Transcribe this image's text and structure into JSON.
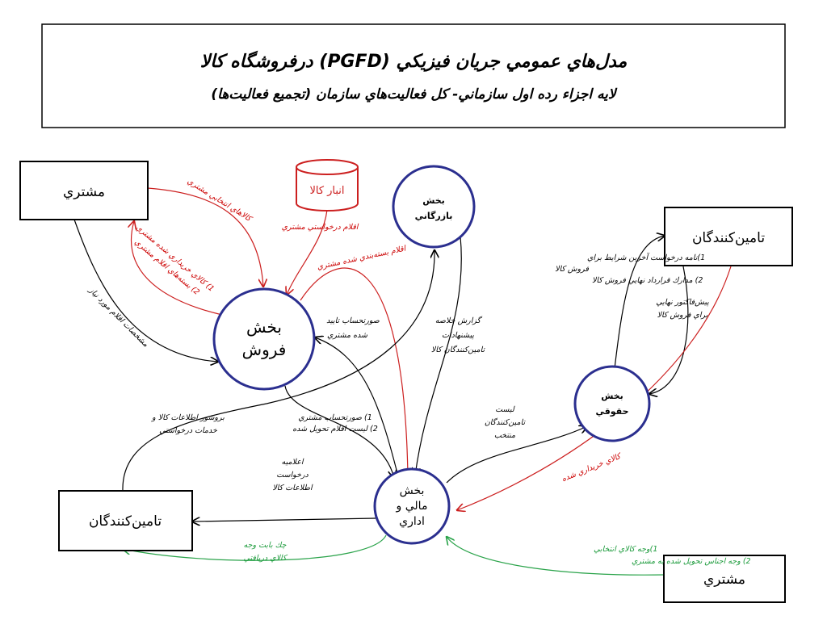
{
  "title": {
    "line1": "مدل‌هاي عمومي جريان فيزيكي (PGFD) درفروشگاه كالا",
    "line2": "لايه اجزاء رده اول سازماني- كل فعاليت‌هاي سازمان (تجميع فعاليت‌ها)"
  },
  "entities": {
    "customer_top": "مشتري",
    "supplier_right": "تامين‌كنندگان",
    "supplier_left": "تامين‌كنندگان",
    "customer_bottom": "مشتري"
  },
  "store": {
    "label": "انبار كالا"
  },
  "processes": {
    "sales": {
      "line1": "بخش",
      "line2": "فروش"
    },
    "commercial": {
      "line1": "بخش",
      "line2": "بازرگاني"
    },
    "legal": {
      "line1": "بخش",
      "line2": "حقوقي"
    },
    "finance": {
      "line1": "بخش",
      "line2": "مالي و",
      "line3": "اداري"
    }
  },
  "flows": {
    "selected_goods": "كالاهاي انتخابي مشتري",
    "purchased_packages_1": "1) كالاي خريداري شده مشتري",
    "purchased_packages_2": "2) بسته‌هاي اقلام مشتري",
    "item_specs": "مشخصات اقلام مورد نياز",
    "requested_items": "اقلام درخواستي مشتري",
    "packed_items": "اقلام بسته‌بندي شده مشتري",
    "approved_invoice_1": "صورتحساب تاييد",
    "approved_invoice_2": "شده مشتري",
    "summary_report_1": "گزارش خلاصه",
    "summary_report_2": "پيشنهادات",
    "summary_report_3": "تامين‌كنندگان كالا",
    "supplier_letter_1": "1)نامه درخواست آخرين شرايط براي",
    "supplier_letter_2": "فروش كالا",
    "supplier_letter_3": "2) مدارك قرارداد نهايي فروش كالا",
    "proforma_1": "پيش‌فاكتور نهايي",
    "proforma_2": "براي فروش كالا",
    "customer_invoice_1": "1) صورتحساب مشتري",
    "customer_invoice_2": "2) ليست اقلام تحويل شده",
    "brochure_1": "بروشور اطلاعات كالا و",
    "brochure_2": "خدمات درخواستي",
    "announce_1": "اعلاميه",
    "announce_2": "درخواست",
    "announce_3": "اطلاعات كالا",
    "selected_suppliers_1": "ليست",
    "selected_suppliers_2": "تامين‌كنندگان",
    "selected_suppliers_3": "منتخب",
    "purchased_goods": "كالاي خريداري شده",
    "check_1": "چك بابت وجه",
    "check_2": "كالاي دريافتي",
    "payment_1": "1)وجه كالاي انتخابي",
    "payment_2": "2) وجه اجناس تحويل شده به مشتري"
  }
}
